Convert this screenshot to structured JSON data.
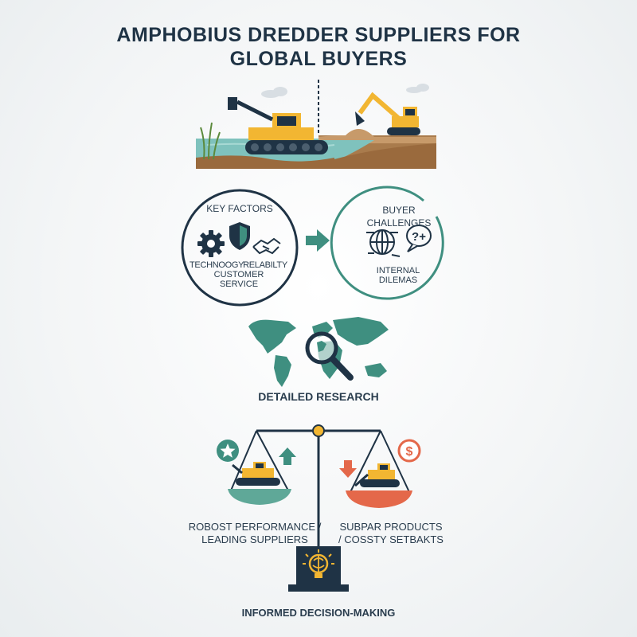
{
  "title": {
    "line1": "AMPHOBIUS DREDDER SUPPLIERS FOR",
    "line2": "GLOBAL BUYERS"
  },
  "key_factors": {
    "heading": "KEY FACTORS",
    "technology": "TECHNOOGY",
    "reliability": "RELABILTY",
    "customer_service_line1": "CUSTOMER",
    "customer_service_line2": "SERVICE"
  },
  "buyer_challenges": {
    "heading": "BUYER CHALLENGES",
    "internal_line1": "INTERNAL",
    "internal_line2": "DILEMAS"
  },
  "research": {
    "label": "DETAILED RESEARCH"
  },
  "balance": {
    "left_line1": "ROBOST PERFORMANCE /",
    "left_line2": "LEADING SUPPLIERS",
    "right_line1": "SUBPAR PRODUCTS",
    "right_line2": "/ COSSTY SETBAKTS"
  },
  "decision": {
    "label": "INFORMED DECISION-MAKING"
  },
  "colors": {
    "navy": "#1f3345",
    "teal": "#3f8f80",
    "yellow": "#f2b632",
    "coral": "#e4684a",
    "water": "#7fc2bd",
    "soil": "#9a6a3d"
  },
  "icons": [
    "excavator-icon",
    "amphibious-dredger-icon",
    "gear-icon",
    "shield-icon",
    "handshake-icon",
    "arrow-right-icon",
    "globe-icon",
    "question-bubble-icon",
    "world-map-icon",
    "magnifier-icon",
    "star-icon",
    "arrow-up-icon",
    "arrow-down-icon",
    "dollar-icon",
    "brain-bulb-icon"
  ]
}
